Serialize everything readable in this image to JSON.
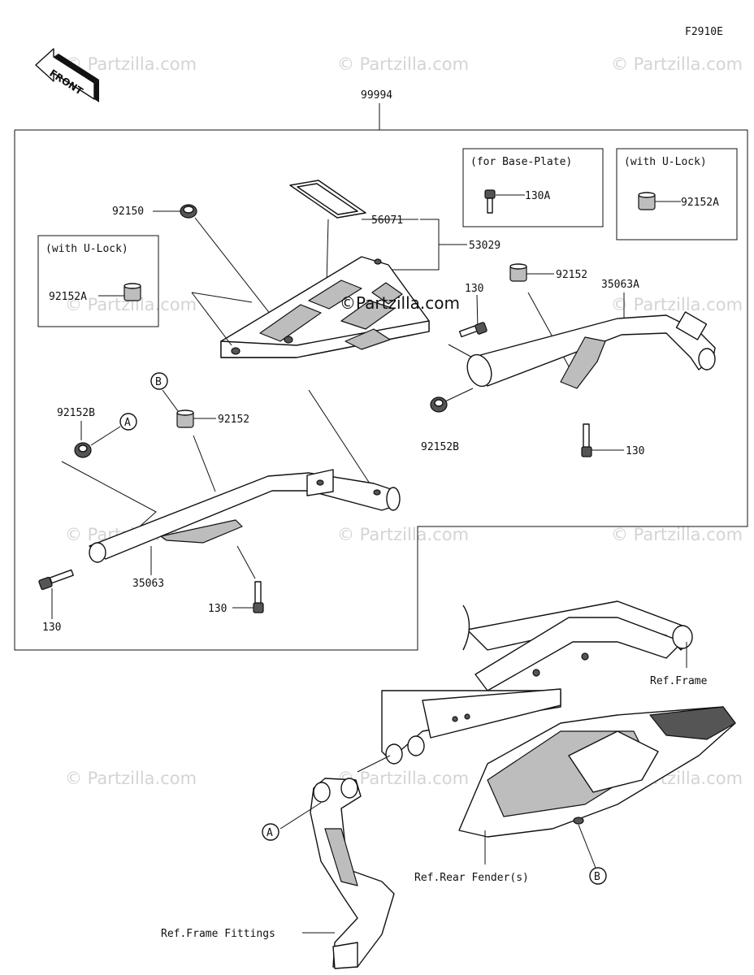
{
  "figure_code": "F2910E",
  "front_label": "FRONT",
  "watermarks": {
    "text": "© Partzilla.com",
    "center": "©Partzilla.com"
  },
  "inset_boxes": {
    "base_plate": {
      "title": "(for Base-Plate)",
      "part": "130A"
    },
    "u_lock_right": {
      "title": "(with U-Lock)",
      "part": "92152A"
    },
    "u_lock_left": {
      "title": "(with U-Lock)",
      "part": "92152A"
    }
  },
  "part_labels": {
    "kit": "99994",
    "bolt_top": "92150",
    "sticker": "56071",
    "carrier": "53029",
    "bolt_center": "130",
    "spacer_right": "92152",
    "bracket_right": "35063A",
    "collar_right": "92152B",
    "bolt_right_lower": "130",
    "collar_left": "92152B",
    "spacer_left": "92152",
    "bracket_left": "35063",
    "bolt_left_end": "130",
    "bolt_left_lower": "130"
  },
  "markers": {
    "a_upper": "A",
    "b_upper": "B",
    "a_lower": "A",
    "b_lower": "B"
  },
  "references": {
    "frame": "Ref.Frame",
    "rear_fender": "Ref.Rear Fender(s)",
    "frame_fittings": "Ref.Frame Fittings"
  }
}
